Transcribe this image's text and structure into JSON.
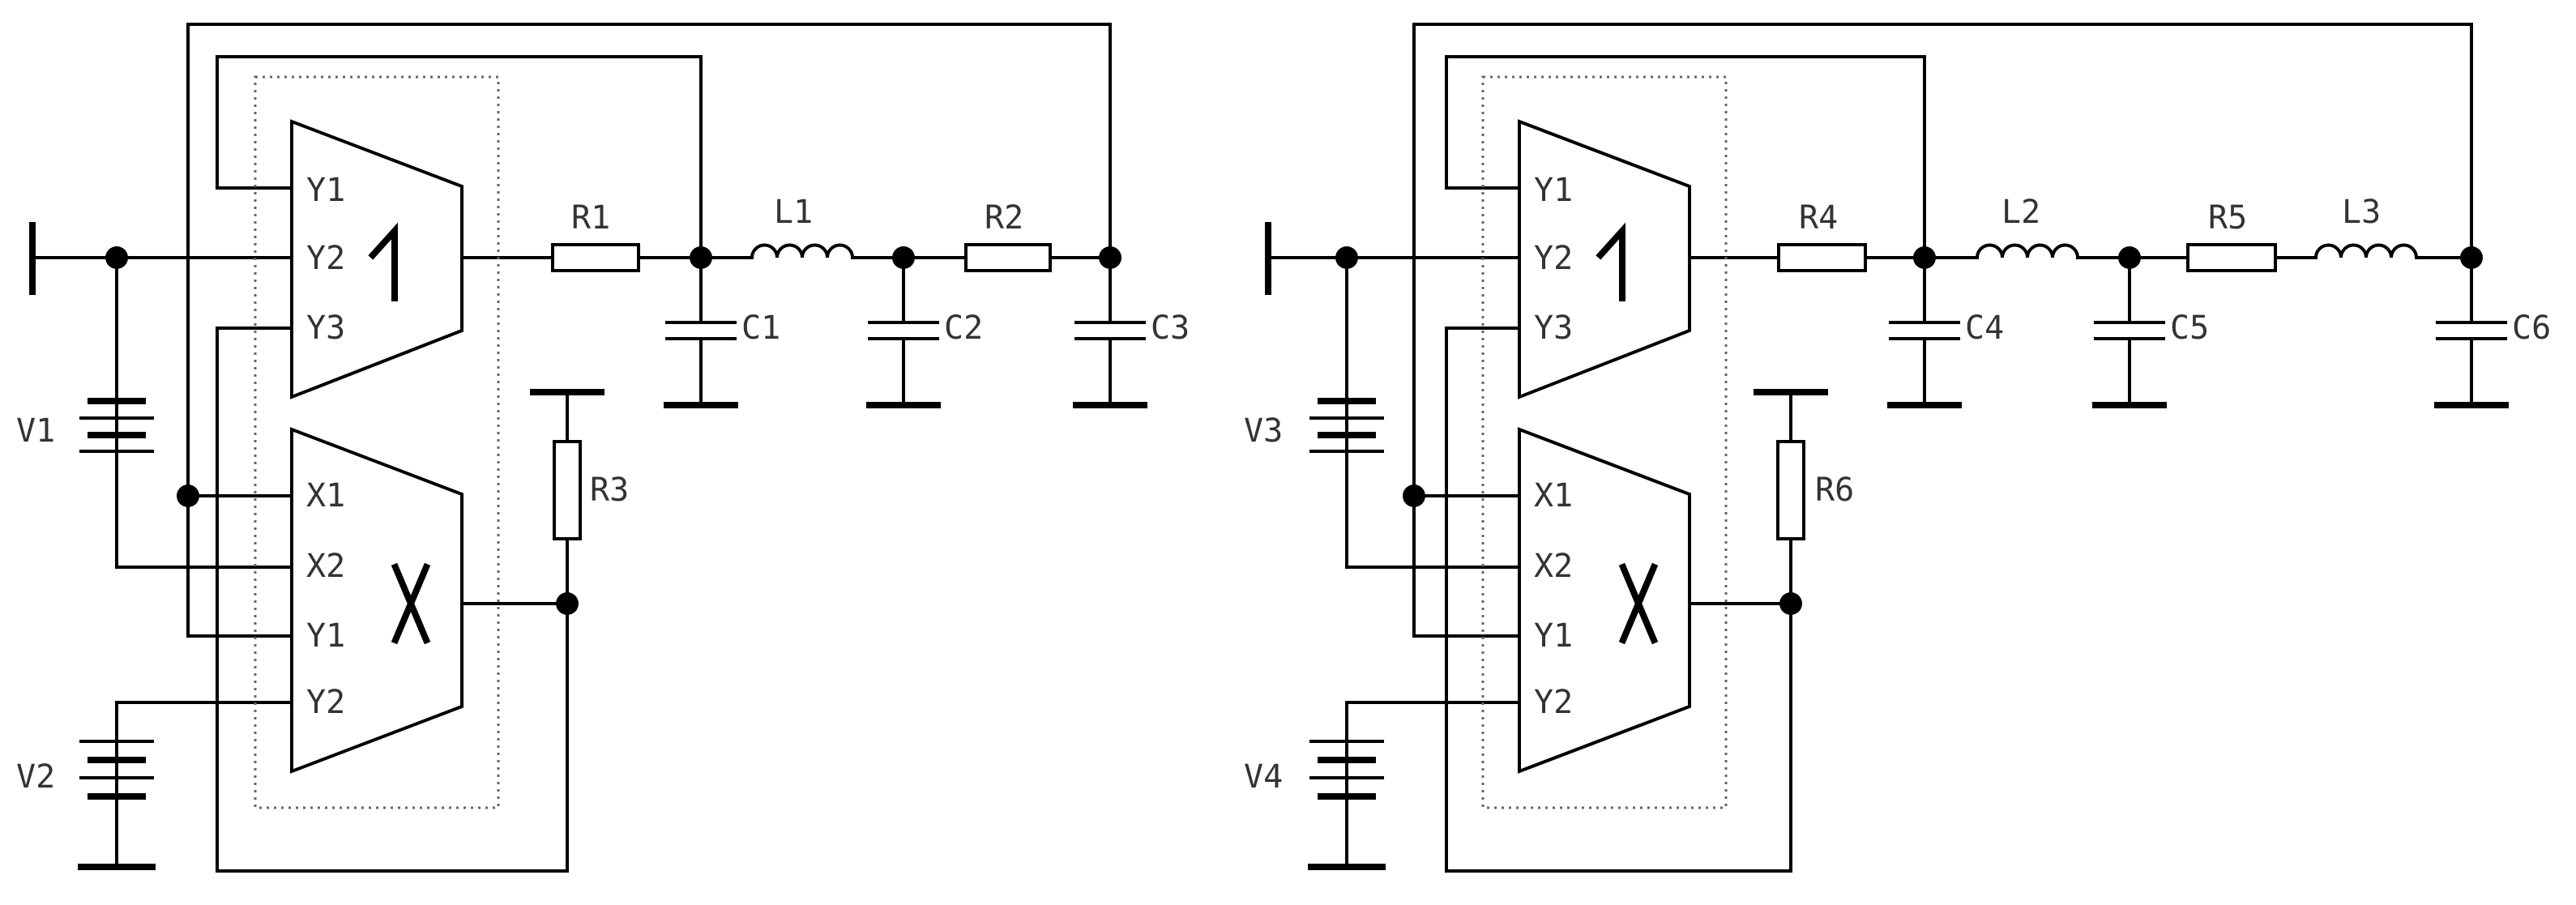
{
  "circuits": [
    {
      "supply_labels": [
        "V1",
        "V2"
      ],
      "pins_top": [
        "Y1",
        "Y2",
        "Y3"
      ],
      "pins_bottom": [
        "X1",
        "X2",
        "Y1",
        "Y2"
      ],
      "series_labels": [
        "R1",
        "L1",
        "R2"
      ],
      "cap_labels": [
        "C1",
        "C2",
        "C3"
      ],
      "pullup_label": "R3"
    },
    {
      "supply_labels": [
        "V3",
        "V4"
      ],
      "pins_top": [
        "Y1",
        "Y2",
        "Y3"
      ],
      "pins_bottom": [
        "X1",
        "X2",
        "Y1",
        "Y2"
      ],
      "series_labels": [
        "R4",
        "L2",
        "R5",
        "L3"
      ],
      "cap_labels": [
        "C4",
        "C5",
        "C6"
      ],
      "pullup_label": "R6"
    }
  ]
}
